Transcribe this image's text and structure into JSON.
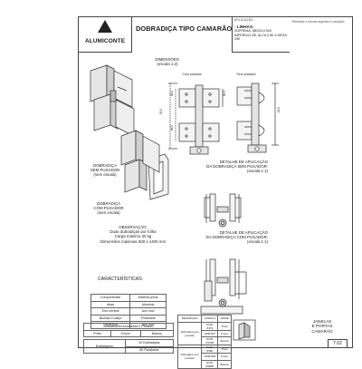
{
  "header": {
    "brand": "ALUMICONTE",
    "title": "DOBRADIÇA TIPO CAMARÃO",
    "application_label": "APLICAÇÃO",
    "lines_label": "- LINHAS:",
    "lines_text": "SUPREMA, ABSOLUTAS, IMPERIAL2,5E, ALCA 2,5E e MESA 25E",
    "side_note": "*Medidas e escala sujeitas a variação"
  },
  "drawing": {
    "dimensions_title": "DIMENSÕES:",
    "dimensions_scale": "(escala 1:2)",
    "with_handle_top": "Com puxador",
    "without_handle_top": "Sem puxador",
    "left_label_1": "DOBRADIÇA",
    "left_label_2": "SEM PUXADOR",
    "left_label_3": "(sem escala)",
    "left_label_b1": "DOBRADIÇA",
    "left_label_b2": "COM PUXADOR",
    "left_label_b3": "(sem escala)",
    "detail_a_1": "DETALHE DE APLICAÇÃO",
    "detail_a_2": "DA DOBRADIÇA SEM PUXADOR:",
    "detail_a_3": "(escala 1:1)",
    "detail_b_1": "DETALHE DE APLICAÇÃO",
    "detail_b_2": "DA DOBRADIÇA COM PUXADOR:",
    "detail_b_3": "(escala 1:1)",
    "dim_1": "92,0",
    "dim_2": "46,0",
    "dim_3": "46,0",
    "dim_4": "20,5",
    "dim_5": "92,0"
  },
  "observation": {
    "title": "OBSERVAÇÃO:",
    "line1": "Duas dobradiças por folha",
    "line2": "Carga máximo 30 kg",
    "line3": "Dimensões máximas 500 x 1400 mm"
  },
  "characteristics": {
    "title": "CARACTERÍSTICAS:",
    "header": [
      "Componentes",
      "Matéria-prima"
    ],
    "rows": [
      [
        "Abas",
        "Alumínio"
      ],
      [
        "Eixo central",
        "Aço Inox"
      ],
      [
        "Buchas e calço",
        "Poliamida"
      ],
      [
        "Parafusos",
        "Aço Inox"
      ]
    ]
  },
  "finish": {
    "title": "Acabamento Anodizado e Pintado:",
    "options": [
      "Preto",
      "Fosco",
      "Branco"
    ],
    "pack_label": "Embalagem",
    "pack_1": "20 Dobradiças",
    "pack_2": "80 Parafusos"
  },
  "codes": {
    "header": [
      "DESCRIÇÃO",
      "CÓDIGO",
      "NOME"
    ],
    "group1_label": "Dobradiça sem puxador",
    "group2_label": "Dobradiça com puxador",
    "group1_codes": [
      "DOB-8379",
      "DOB-837",
      "DOB-8379B"
    ],
    "group1_names": [
      "Preto",
      "Fosco",
      "Branco"
    ],
    "group2_codes": [
      "DOB-8380",
      "DOB-838",
      "DOB-8380B"
    ],
    "group2_names": [
      "Preto",
      "Fosco",
      "Branco"
    ]
  },
  "family": {
    "line1": "JANELAS",
    "line2": "E PORTAS",
    "line3": "CAMARÃO"
  },
  "page": {
    "number": "7.02"
  }
}
